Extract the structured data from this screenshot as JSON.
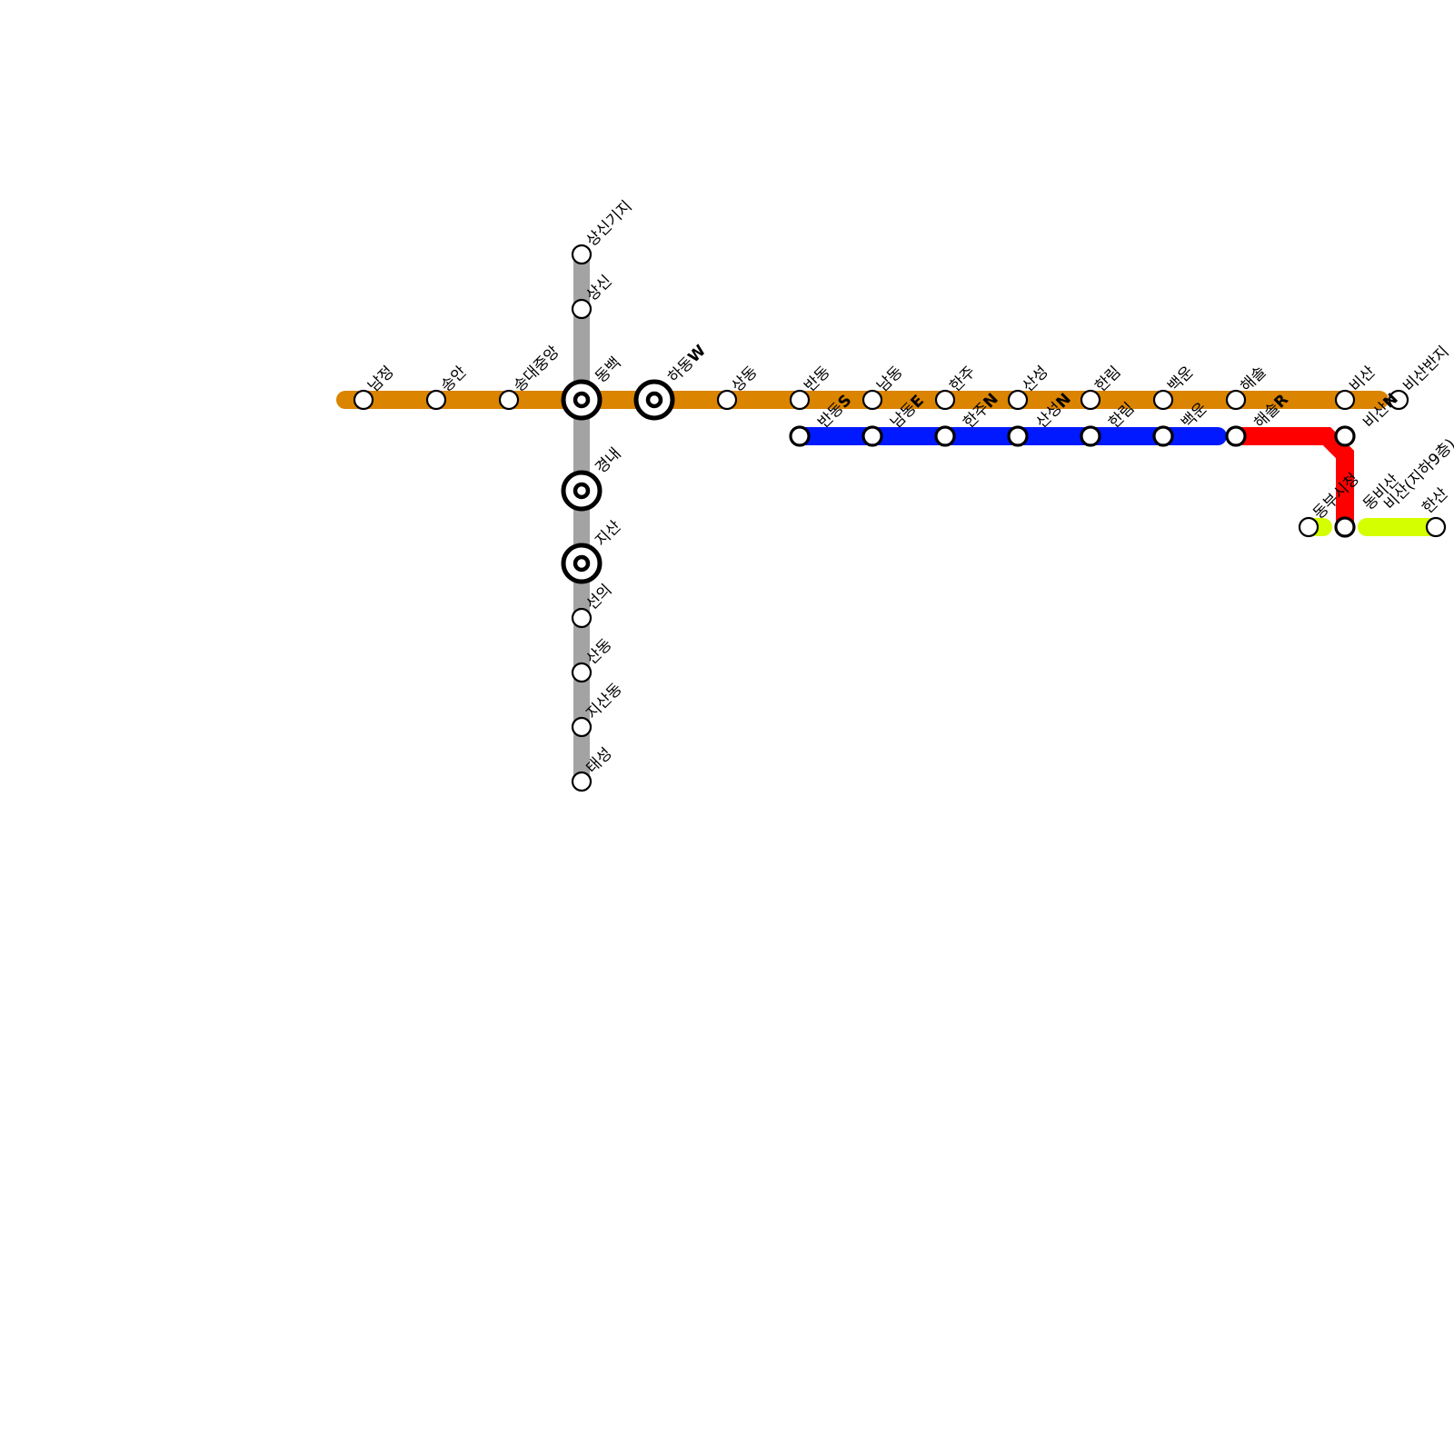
{
  "lines": [
    {
      "id": "orange",
      "color": "#db8400"
    },
    {
      "id": "gray",
      "color": "#a3a3a3"
    },
    {
      "id": "blue",
      "color": "#0019ff"
    },
    {
      "id": "red",
      "color": "#ff0000"
    },
    {
      "id": "lime",
      "color": "#d4ff00"
    }
  ],
  "stations": {
    "nj": {
      "name": "남정",
      "suffix": ""
    },
    "sa": {
      "name": "송안",
      "suffix": ""
    },
    "sdj": {
      "name": "송대중앙",
      "suffix": ""
    },
    "db": {
      "name": "동백",
      "suffix": ""
    },
    "hd": {
      "name": "하동",
      "suffix": "W"
    },
    "sd": {
      "name": "상동",
      "suffix": ""
    },
    "bd1": {
      "name": "반동",
      "suffix": ""
    },
    "nd1": {
      "name": "남동",
      "suffix": ""
    },
    "hj1": {
      "name": "한주",
      "suffix": ""
    },
    "ss1": {
      "name": "산성",
      "suffix": ""
    },
    "hl1": {
      "name": "한림",
      "suffix": ""
    },
    "bu1": {
      "name": "백운",
      "suffix": ""
    },
    "hs1": {
      "name": "해솔",
      "suffix": ""
    },
    "bs1": {
      "name": "비산",
      "suffix": ""
    },
    "bsbj": {
      "name": "비산반지",
      "suffix": ""
    },
    "ssgj": {
      "name": "상신기지",
      "suffix": ""
    },
    "sn": {
      "name": "상신",
      "suffix": ""
    },
    "gn": {
      "name": "경내",
      "suffix": ""
    },
    "js": {
      "name": "지산",
      "suffix": ""
    },
    "su": {
      "name": "선의",
      "suffix": ""
    },
    "sdg": {
      "name": "산동",
      "suffix": ""
    },
    "jsd": {
      "name": "지산동",
      "suffix": ""
    },
    "ts": {
      "name": "태성",
      "suffix": ""
    },
    "bd2": {
      "name": "반동",
      "suffix": "S"
    },
    "nd2": {
      "name": "남동",
      "suffix": "E"
    },
    "hj2": {
      "name": "한주",
      "suffix": "N"
    },
    "ss2": {
      "name": "산성",
      "suffix": "N"
    },
    "hl2": {
      "name": "한림",
      "suffix": ""
    },
    "bu2": {
      "name": "백운",
      "suffix": ""
    },
    "hs2": {
      "name": "해솔",
      "suffix": "R"
    },
    "bs2": {
      "name": "비산",
      "suffix": "N"
    },
    "dbsc": {
      "name": "동부시청",
      "suffix": ""
    },
    "bsj9": {
      "name": "비산(지하9층)",
      "suffix": ""
    },
    "dbs": {
      "name": "동비산",
      "suffix": ""
    },
    "hsn": {
      "name": "한산",
      "suffix": ""
    }
  }
}
